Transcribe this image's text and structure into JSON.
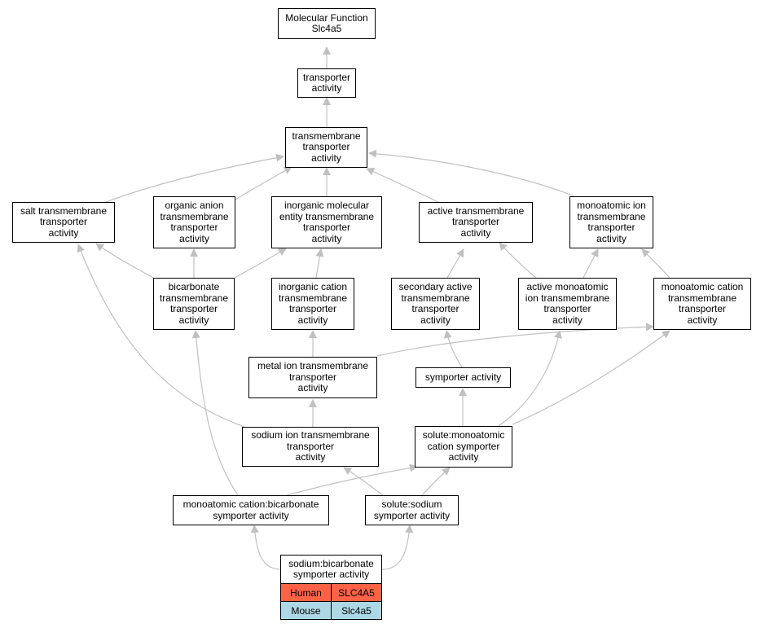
{
  "edge_color": "#c0c0c0",
  "nodes": {
    "mf": "Molecular Function\nSlc4a5",
    "ta": "transporter\nactivity",
    "tmta": "transmembrane\ntransporter\nactivity",
    "salt": "salt transmembrane\ntransporter\nactivity",
    "oa": "organic anion\ntransmembrane\ntransporter\nactivity",
    "ime": "inorganic molecular\nentity transmembrane\ntransporter\nactivity",
    "act": "active transmembrane\ntransporter\nactivity",
    "mi": "monoatomic ion\ntransmembrane\ntransporter\nactivity",
    "bic": "bicarbonate\ntransmembrane\ntransporter\nactivity",
    "ic": "inorganic cation\ntransmembrane\ntransporter\nactivity",
    "sec": "secondary active\ntransmembrane\ntransporter\nactivity",
    "ami": "active monoatomic\nion transmembrane\ntransporter\nactivity",
    "mc": "monoatomic cation\ntransmembrane\ntransporter\nactivity",
    "metal": "metal ion transmembrane\ntransporter\nactivity",
    "sym": "symporter activity",
    "sod": "sodium ion transmembrane\ntransporter\nactivity",
    "smc": "solute:monoatomic\ncation symporter\nactivity",
    "mcb": "monoatomic cation:bicarbonate\nsymporter activity",
    "ss": "solute:sodium\nsymporter activity"
  },
  "leaf": {
    "title": "sodium:bicarbonate\nsymporter activity",
    "rows": [
      {
        "species": "Human",
        "gene": "SLC4A5",
        "color": "#ff6347"
      },
      {
        "species": "Mouse",
        "gene": "Slc4a5",
        "color": "#add8e6"
      }
    ]
  }
}
